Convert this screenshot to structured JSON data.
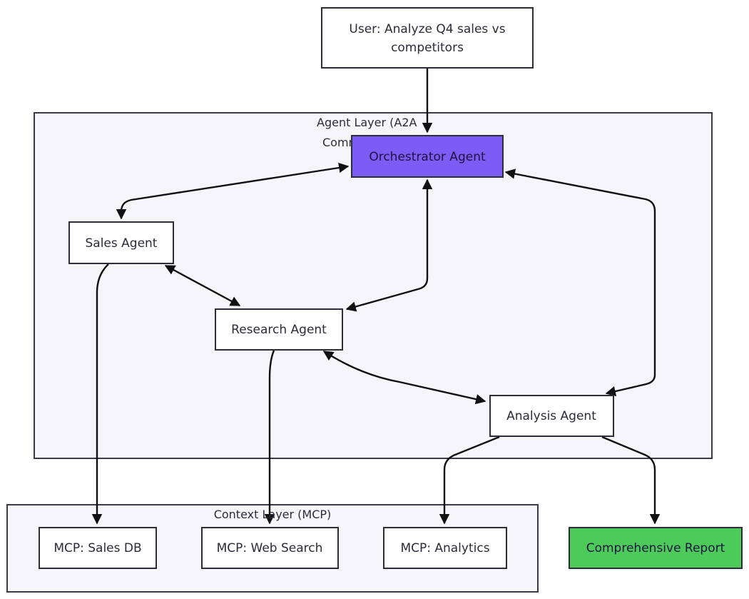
{
  "user_request": {
    "line1": "User: Analyze Q4 sales vs",
    "line2": "competitors"
  },
  "agent_layer": {
    "label_line1": "Agent Layer (A2A",
    "label_line2": "Comm"
  },
  "context_layer": {
    "label": "Context Layer (MCP)"
  },
  "nodes": {
    "orchestrator": "Orchestrator Agent",
    "sales": "Sales Agent",
    "research": "Research Agent",
    "analysis": "Analysis Agent",
    "mcp_sales_db": "MCP: Sales DB",
    "mcp_web_search": "MCP: Web Search",
    "mcp_analytics": "MCP: Analytics",
    "report": "Comprehensive Report"
  },
  "colors": {
    "orchestrator": "#7b5cf5",
    "report": "#4ccb5b",
    "group_fill": "#f6f6fa"
  }
}
